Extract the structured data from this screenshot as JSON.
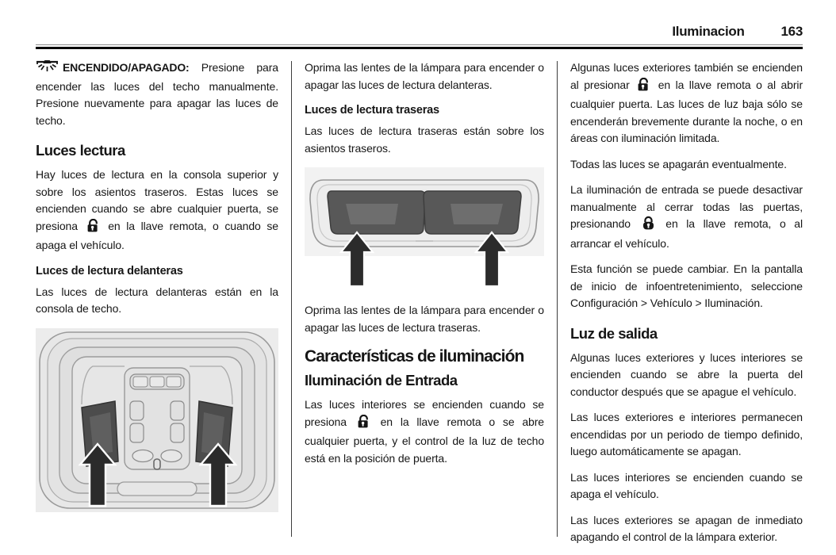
{
  "header": {
    "title": "Iluminacion",
    "page_number": "163"
  },
  "icons": {
    "dome_light": "dome-light-icon",
    "unlock": "unlock-icon",
    "lock": "lock-icon",
    "up_arrow": "up-arrow-icon"
  },
  "colors": {
    "text": "#161616",
    "rule": "#000000",
    "divider": "#3d3d3d",
    "illustration_bg": "#ececec",
    "lens_dark": "#4f4f4f",
    "arrow": "#2b2b2b"
  },
  "column1": {
    "onoff_label": "ENCENDIDO/APAGADO:",
    "onoff_text": "Presione para encender las luces del techo manualmente. Presione nuevamente para apagar las luces de techo.",
    "heading_reading": "Luces lectura",
    "intro_before_icon": "Hay luces de lectura en la consola superior y sobre los asientos traseros. Estas luces se encienden cuando se abre cualquier puerta, se presiona",
    "intro_after_icon": "en la llave remota, o cuando se apaga el vehículo.",
    "subheading_front": "Luces de lectura delanteras",
    "front_text": "Las luces de lectura delanteras están en la consola de techo."
  },
  "column2": {
    "front_press": "Oprima las lentes de la lámpara para encender o apagar las luces de lectura delanteras.",
    "subheading_rear": "Luces de lectura traseras",
    "rear_location": "Las luces de lectura traseras están sobre los asientos traseros.",
    "rear_press": "Oprima las lentes de la lámpara para encender o apagar las luces de lectura traseras.",
    "heading_features": "Características de iluminación",
    "subheading_entry": "Iluminación de Entrada",
    "entry_before_icon": "Las luces interiores se encienden cuando se presiona",
    "entry_after_icon": "en la llave remota o se abre cualquier puerta, y el control de la luz de techo está en la posición de puerta."
  },
  "column3": {
    "p1_before_icon": "Algunas luces exteriores también se encienden al presionar",
    "p1_after_icon": "en la llave remota o al abrir cualquier puerta. Las luces de luz baja sólo se encenderán brevemente durante la noche, o en áreas con iluminación limitada.",
    "p2": "Todas las luces se apagarán eventualmente.",
    "p3_before_icon": "La iluminación de entrada se puede desactivar manualmente al cerrar todas las puertas, presionando",
    "p3_after_icon": "en la llave remota, o al arrancar el vehículo.",
    "p4": "Esta función se puede cambiar. En la pantalla de inicio de infoentretenimiento, seleccione Configuración > Vehículo > Iluminación.",
    "heading_exit": "Luz de salida",
    "p5": "Algunas luces exteriores y luces interiores se encienden cuando se abre la puerta del conductor después que se apague el vehículo.",
    "p6": "Las luces exteriores e interiores permanecen encendidas por un periodo de tiempo definido, luego automáticamente se apagan.",
    "p7": "Las luces interiores se encienden cuando se apaga el vehículo.",
    "p8": "Las luces exteriores se apagan de inmediato apagando el control de la lámpara exterior."
  }
}
